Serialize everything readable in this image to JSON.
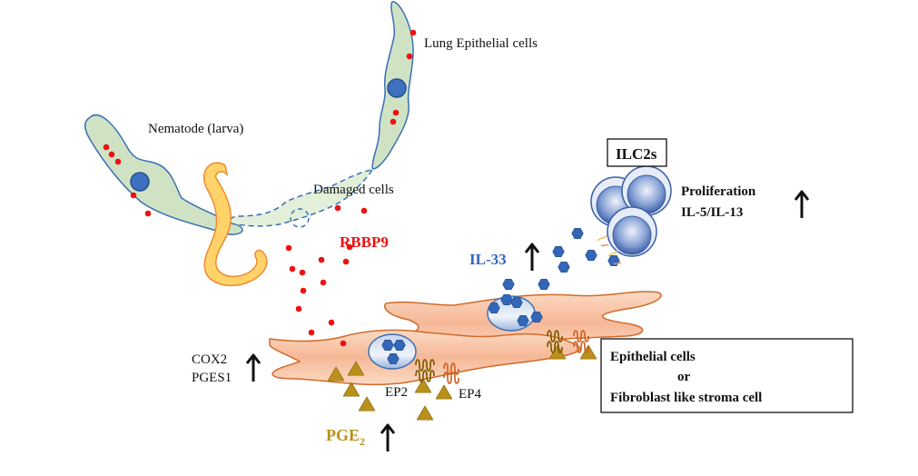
{
  "labels": {
    "lung_epithelial": "Lung Epithelial cells",
    "nematode": "Nematode (larva)",
    "damaged_cells": "Damaged cells",
    "rbbp9": "RBBP9",
    "ilc2s": "ILC2s",
    "proliferation": "Proliferation",
    "il5_il13": "IL-5/IL-13",
    "il33": "IL-33",
    "cox2": "COX2",
    "pges1": "PGES1",
    "ep2": "EP2",
    "ep4": "EP4",
    "pge2_main": "PGE",
    "pge2_sub": "2",
    "box_line1": "Epithelial cells",
    "box_line2": "or",
    "box_line3": "Fibroblast like stroma cell",
    "up_arrow": "↑"
  },
  "colors": {
    "epithelial_fill": "#cfe3c4",
    "epithelial_stroke": "#3a6fb5",
    "damaged_fill": "#e3efd9",
    "nucleus": "#3f6fc0",
    "rbbp9": "#ee1111",
    "nematode_fill": "#ffd36a",
    "nematode_stroke": "#f08a30",
    "stroma_fill": "#f9c9ad",
    "stroma_stroke": "#d06a2a",
    "il33": "#3466b8",
    "pge2": "#b8901a",
    "ep2": "#7a5a00",
    "ep4": "#d06020"
  }
}
